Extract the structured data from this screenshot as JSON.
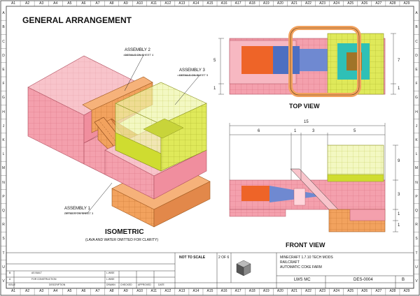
{
  "sheet_title": "GENERAL ARRANGEMENT",
  "views": {
    "top": "TOP VIEW",
    "front": "FRONT VIEW",
    "isometric": "ISOMETRIC",
    "isometric_note": "(LAVA AND WATER OMITTED FOR CLARITY)"
  },
  "callouts": [
    {
      "label": "ASSEMBLY 2",
      "sub": "DETAILS ON SHEET 4"
    },
    {
      "label": "ASSEMBLY 3",
      "sub": "DETAILS ON SHEET 5"
    },
    {
      "label": "ASSEMBLY 1",
      "sub": "DETAILS ON SHEET 3"
    }
  ],
  "dimensions": {
    "top": {
      "left": "5",
      "bottom_left": "1",
      "right": "7",
      "right_bottom": "1"
    },
    "front": {
      "overall": "15",
      "segments": [
        "6",
        "1",
        "3",
        "5"
      ],
      "right": [
        "9",
        "3",
        "1",
        "1"
      ]
    }
  },
  "grid": {
    "columns": [
      "A1",
      "A2",
      "A3",
      "A4",
      "A5",
      "A6",
      "A7",
      "A8",
      "A9",
      "A10",
      "A11",
      "A12",
      "A13",
      "A14",
      "A15",
      "A16",
      "A17",
      "A18",
      "A19",
      "A20",
      "A21",
      "A22",
      "A23",
      "A24",
      "A25",
      "A26",
      "A27",
      "A28",
      "A29"
    ],
    "rows": [
      "A",
      "B",
      "C",
      "D",
      "E",
      "F",
      "G",
      "H",
      "J",
      "K",
      "L",
      "M",
      "N",
      "P",
      "Q",
      "R",
      "S",
      "T",
      "U",
      "V"
    ]
  },
  "title_block": {
    "scale": "NOT TO SCALE",
    "sheet": "2 OF 6",
    "project": "MINECRAFT 1.7.10 TECH MODS",
    "mod": "RAILCRAFT",
    "drawing_title": "AUTOMATIC COKE FARM",
    "company": "LWS MC",
    "drawing_number": "DES-0004",
    "revision": "B",
    "revision_rows": [
      {
        "rev": "B",
        "description": "AS BUILT",
        "drawn": "L.WISE"
      },
      {
        "rev": "A",
        "description": "FOR CONSTRUCTION",
        "drawn": "L.WISE"
      }
    ],
    "headers": [
      "ISSUE",
      "DESCRIPTION",
      "DRAWN",
      "CHECKED",
      "APPROVED",
      "DATE"
    ]
  },
  "colors": {
    "pink": "#f4a0ad",
    "orange": "#f2a25e",
    "lime": "#d9e84a",
    "red_orange": "#ee6428",
    "blue": "#4d6fc2",
    "teal": "#2fc0b6"
  }
}
